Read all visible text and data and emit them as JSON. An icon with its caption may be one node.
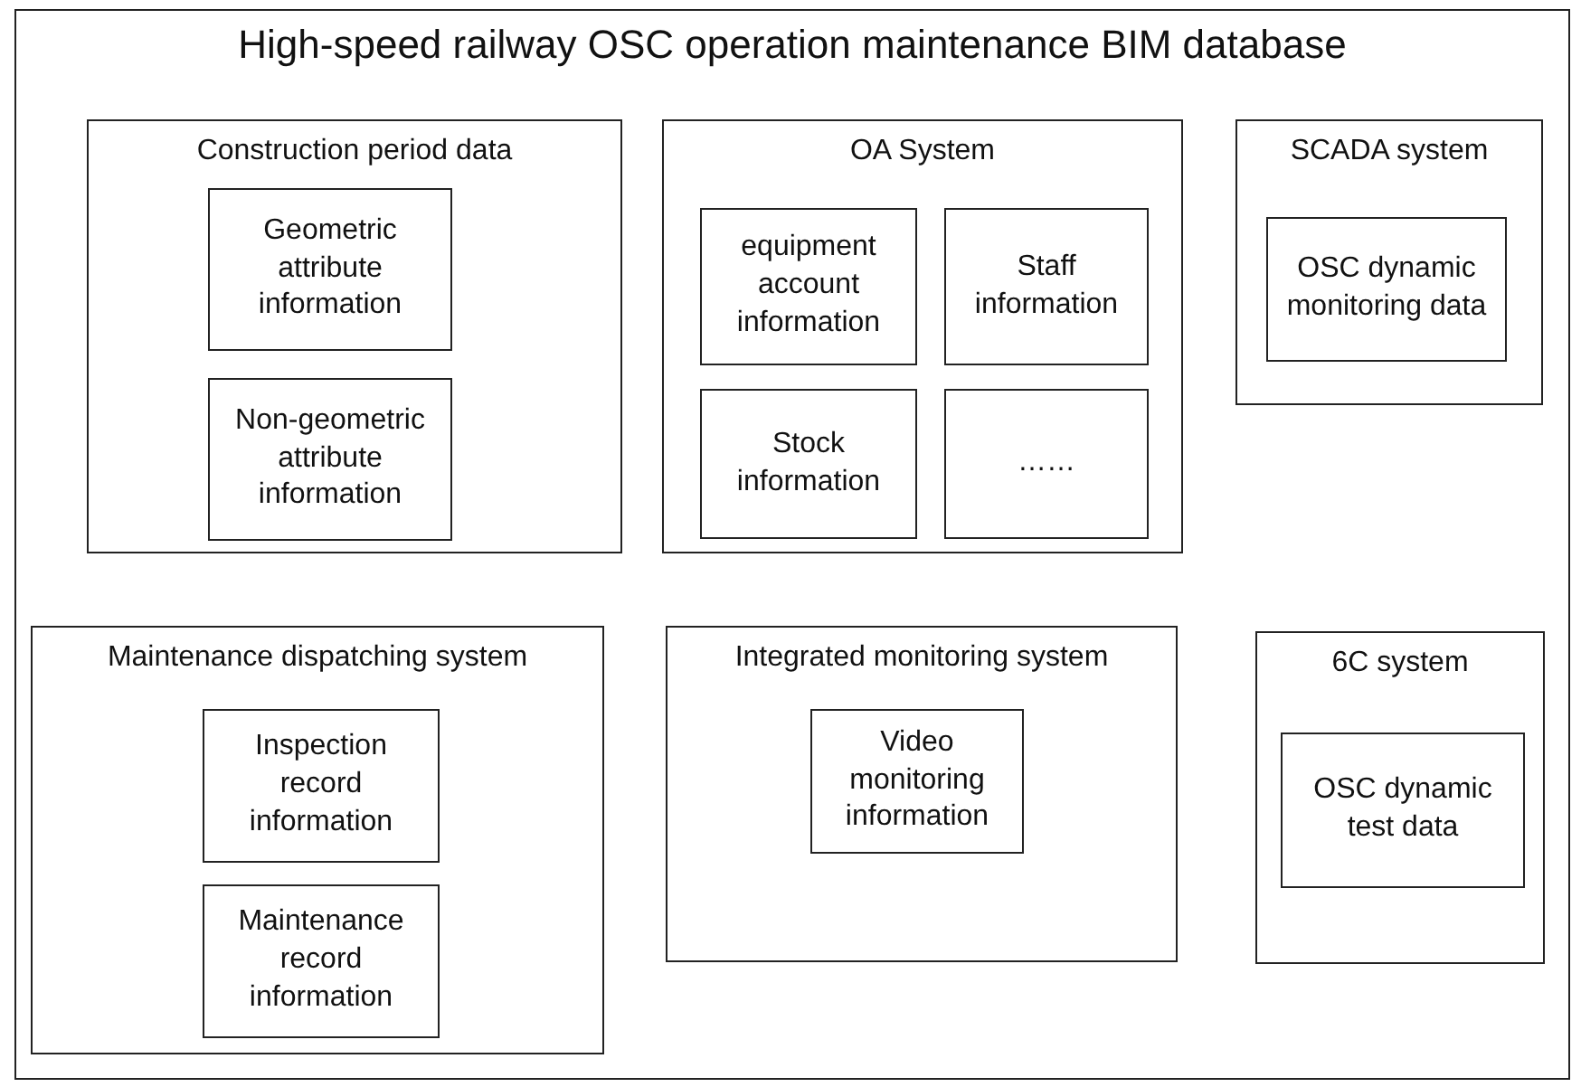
{
  "diagram": {
    "nodes": [
      {
        "text": [
          "High-speed railway OSC operation maintenance BIM database"
        ]
      },
      {
        "text": [
          "Construction period data"
        ],
        "in": 0
      },
      {
        "text": [
          "Geometric attribute information"
        ],
        "in": 1
      },
      {
        "text": [
          "Non-geometric attribute information"
        ],
        "in": 1
      },
      {
        "text": [
          "OA System"
        ],
        "in": 0
      },
      {
        "text": [
          "equipment account information"
        ],
        "in": 4
      },
      {
        "text": [
          "Staff information"
        ],
        "in": 4
      },
      {
        "text": [
          "Stock information"
        ],
        "in": 4
      },
      {
        "text": [
          "……"
        ],
        "in": 4
      },
      {
        "text": [
          "SCADA system"
        ],
        "in": 0
      },
      {
        "text": [
          "OSC dynamic monitoring data"
        ],
        "in": 9
      },
      {
        "text": [
          "Maintenance dispatching system"
        ],
        "in": 0
      },
      {
        "text": [
          "Inspection record information"
        ],
        "in": 11
      },
      {
        "text": [
          "Maintenance record information"
        ],
        "in": 11
      },
      {
        "text": [
          "Integrated monitoring system"
        ],
        "in": 0
      },
      {
        "text": [
          "Video monitoring information"
        ],
        "in": 14
      },
      {
        "text": [
          "6C system"
        ],
        "in": 0
      },
      {
        "text": [
          "OSC dynamic test data"
        ],
        "in": 16
      }
    ]
  }
}
